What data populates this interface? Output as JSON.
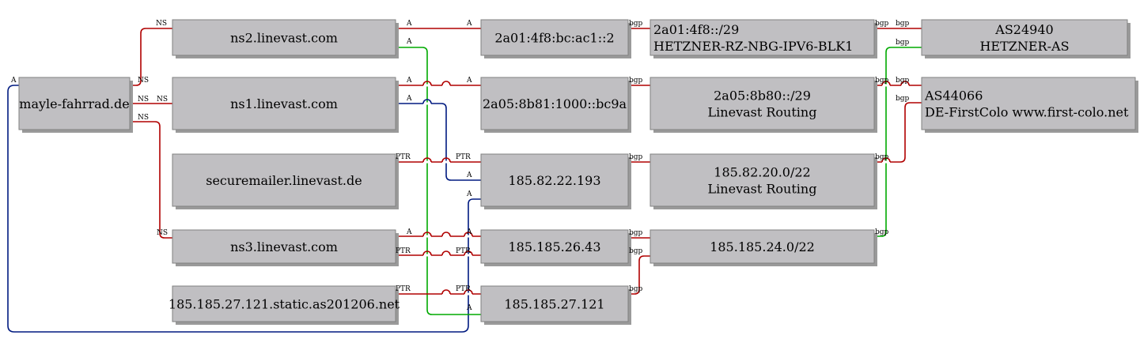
{
  "colors": {
    "red": "#b00000",
    "green": "#00aa00",
    "blue": "#001a80"
  },
  "nodes": {
    "mayle": [
      "mayle-fahrrad.de"
    ],
    "ns2": [
      "ns2.linevast.com"
    ],
    "ns1": [
      "ns1.linevast.com"
    ],
    "securemailer": [
      "securemailer.linevast.de"
    ],
    "ns3": [
      "ns3.linevast.com"
    ],
    "static": [
      "185.185.27.121.static.as201206.net"
    ],
    "ip_ns2": [
      "2a01:4f8:bc:ac1::2"
    ],
    "ip_ns1": [
      "2a05:8b81:1000::bc9a"
    ],
    "ip_secure": [
      "185.82.22.193"
    ],
    "ip_ns3": [
      "185.185.26.43"
    ],
    "ip_static": [
      "185.185.27.121"
    ],
    "pfx_hetzner": [
      "2a01:4f8::/29",
      "HETZNER-RZ-NBG-IPV6-BLK1"
    ],
    "pfx_linevast6": [
      "2a05:8b80::/29",
      "Linevast Routing"
    ],
    "pfx_linevast4": [
      "185.82.20.0/22",
      "Linevast Routing"
    ],
    "pfx_185": [
      "185.185.24.0/22"
    ],
    "as_hetzner": [
      "AS24940",
      "HETZNER-AS"
    ],
    "as_firstcolo": [
      "AS44066",
      "DE-FirstColo www.first-colo.net"
    ]
  },
  "labels": {
    "ns": "NS",
    "a": "A",
    "ptr": "PTR",
    "bgp": "bgp"
  }
}
